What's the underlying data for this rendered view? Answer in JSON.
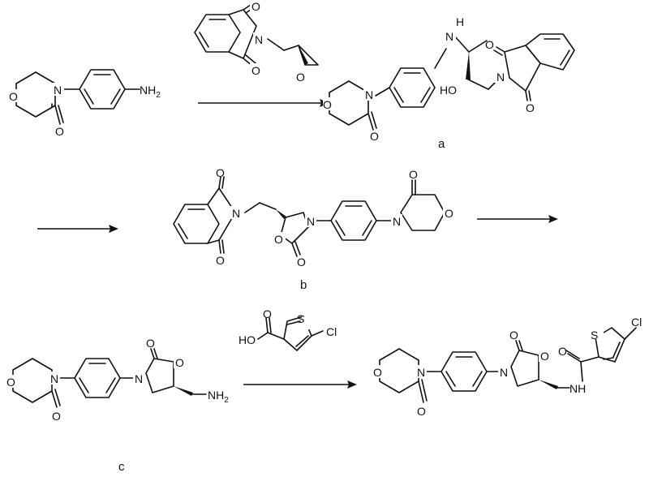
{
  "compound_labels": {
    "a": "a",
    "b": "b",
    "c": "c"
  },
  "atoms": {
    "O": "O",
    "N": "N",
    "S": "S",
    "Cl": "Cl",
    "NH2_N": "NH",
    "NH2_sub": "2",
    "H": "H",
    "HO": "HO",
    "NH": "NH"
  }
}
